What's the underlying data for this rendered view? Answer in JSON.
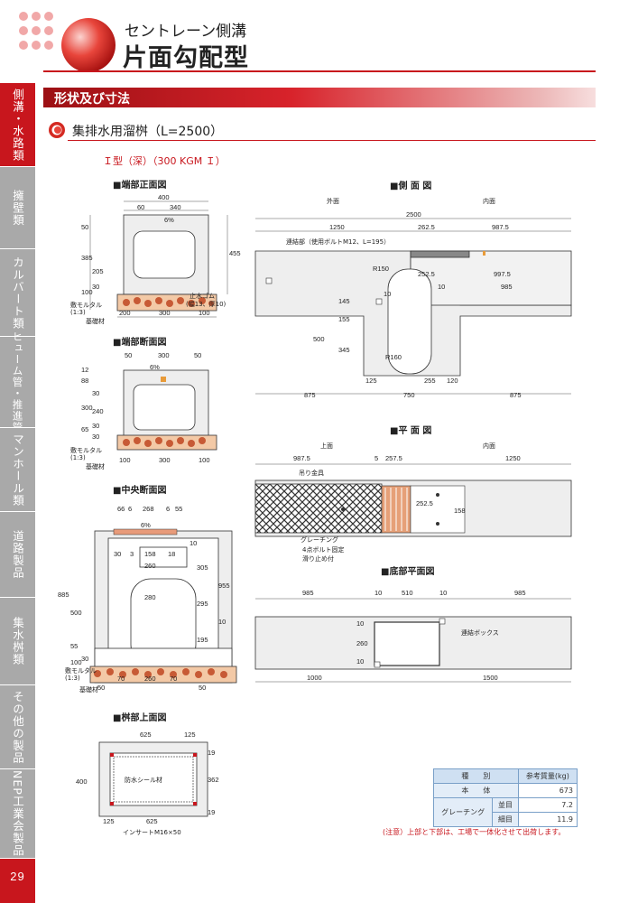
{
  "header": {
    "subtitle": "セントレーン側溝",
    "title": "片面勾配型"
  },
  "sidebar": {
    "items": [
      {
        "label": "側溝・水路類"
      },
      {
        "label": "擁壁類"
      },
      {
        "label": "カルバート類"
      },
      {
        "label": "ヒューム管・推進管"
      },
      {
        "label": "マンホール類"
      },
      {
        "label": "道路製品"
      },
      {
        "label": "集水桝類"
      },
      {
        "label": "その他の製品"
      },
      {
        "label": "NEP工業会製品"
      }
    ],
    "page_number": "29"
  },
  "section": {
    "title": "形状及び寸法",
    "subtitle": "集排水用溜桝（L=2500）",
    "type_label": "Ｉ型（深）（300 KGM Ｉ）"
  },
  "drawings": {
    "end_front": {
      "title": "■端部正面図",
      "dims": [
        "400",
        "60",
        "340",
        "6%",
        "50",
        "385",
        "205",
        "455",
        "100",
        "30",
        "200",
        "300",
        "100"
      ],
      "labels": [
        "止水ゴム",
        "(幅13、厚10)",
        "敷モルタル",
        "(1:3)",
        "基礎材"
      ]
    },
    "end_section": {
      "title": "■端部断面図",
      "dims": [
        "50",
        "300",
        "50",
        "6%",
        "12",
        "88",
        "30",
        "300",
        "240",
        "30",
        "65",
        "30",
        "100",
        "300",
        "100"
      ],
      "labels": [
        "敷モルタル",
        "(1:3)",
        "基礎材"
      ]
    },
    "center_section": {
      "title": "■中央断面図",
      "dims": [
        "66",
        "6",
        "268",
        "6",
        "55",
        "6%",
        "30",
        "3",
        "158",
        "18",
        "260",
        "280",
        "885",
        "500",
        "305",
        "295",
        "955",
        "10",
        "195",
        "55",
        "30",
        "100",
        "70",
        "260",
        "70",
        "50",
        "50",
        "10"
      ],
      "labels": [
        "敷モルタル",
        "(1:3)",
        "基礎材"
      ]
    },
    "box_top": {
      "title": "■桝部上面図",
      "dims": [
        "625",
        "125",
        "400",
        "19",
        "362",
        "19",
        "125",
        "625"
      ],
      "labels": [
        "防水シール材",
        "インサートM16×50"
      ]
    },
    "side": {
      "title": "■側 面 図",
      "outer": "外面",
      "inner": "内面",
      "dims": [
        "2500",
        "1250",
        "262.5",
        "987.5",
        "252.5",
        "997.5",
        "10",
        "985",
        "R150",
        "R160",
        "145",
        "155",
        "500",
        "345",
        "10",
        "125",
        "255",
        "120",
        "875",
        "750",
        "875"
      ],
      "labels": [
        "連結部（使用ボルトM12、L=195）"
      ]
    },
    "plan": {
      "title": "■平 面 図",
      "top": "上面",
      "inner": "内面",
      "dims": [
        "987.5",
        "5",
        "257.5",
        "1250",
        "252.5",
        "158"
      ],
      "labels": [
        "吊り金具",
        "グレーチング",
        "4点ボルト固定",
        "滑り止め付"
      ]
    },
    "bottom_plan": {
      "title": "■底部平面図",
      "dims": [
        "985",
        "10",
        "510",
        "10",
        "985",
        "10",
        "260",
        "10",
        "1000",
        "1500"
      ],
      "labels": [
        "連結ボックス"
      ]
    }
  },
  "weight_table": {
    "header": [
      "種　　別",
      "参考質量(kg)"
    ],
    "rows": [
      {
        "name": "本　　体",
        "sub": "",
        "value": "673"
      },
      {
        "name": "グレーチング",
        "sub": "並目",
        "value": "7.2"
      },
      {
        "name": "",
        "sub": "細目",
        "value": "11.9"
      }
    ]
  },
  "note": "(注意）上部と下部は、工場で一体化させて出荷します。",
  "colors": {
    "accent": "#c8161d",
    "tab_gray": "#a9a9a9"
  }
}
